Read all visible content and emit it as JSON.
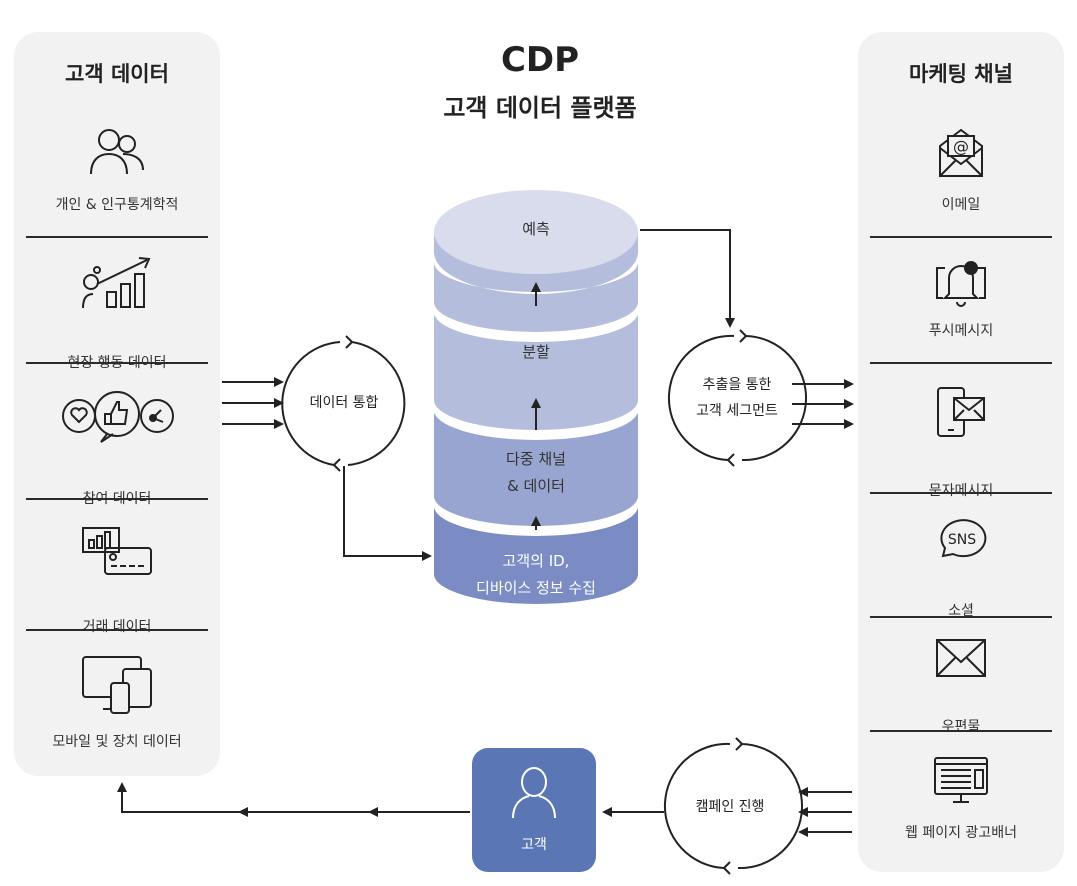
{
  "left_panel": {
    "title": "고객 데이터",
    "items": [
      {
        "label": "개인 & 인구통계학적",
        "icon": "people-icon"
      },
      {
        "label": "현장 행동 데이터",
        "icon": "growth-chart-icon"
      },
      {
        "label": "참여 데이터",
        "icon": "engagement-bubbles-icon"
      },
      {
        "label": "거래 데이터",
        "icon": "transaction-card-icon"
      },
      {
        "label": "모바일 및 장치 데이터",
        "icon": "devices-icon"
      }
    ]
  },
  "center": {
    "title": "CDP",
    "subtitle": "고객 데이터 플랫폼",
    "layers": [
      {
        "label": "예측",
        "color": "#d9dcec"
      },
      {
        "label": "분할",
        "color": "#b4bedc"
      },
      {
        "label_lines": [
          "다중 채널",
          "& 데이터"
        ],
        "color": "#97a5d0"
      },
      {
        "label_lines": [
          "고객의 ID,",
          "디바이스 정보 수집"
        ],
        "color": "#7a8cc3"
      }
    ]
  },
  "cycles": {
    "integration": "데이터 통합",
    "segment_lines": [
      "추출을 통한",
      "고객 세그먼트"
    ],
    "campaign": "캠페인 진행"
  },
  "customer": {
    "label": "고객",
    "color": "#5b76b5",
    "icon": "person-icon"
  },
  "right_panel": {
    "title": "마케팅 채널",
    "items": [
      {
        "label": "이메일",
        "icon": "email-icon"
      },
      {
        "label": "푸시메시지",
        "icon": "bell-notification-icon"
      },
      {
        "label": "문자메시지",
        "icon": "phone-message-icon"
      },
      {
        "label": "소셜",
        "icon": "sns-bubble-icon",
        "icon_text": "SNS"
      },
      {
        "label": "우편물",
        "icon": "envelope-icon"
      },
      {
        "label": "웹 페이지 광고배너",
        "icon": "web-banner-icon"
      }
    ]
  }
}
